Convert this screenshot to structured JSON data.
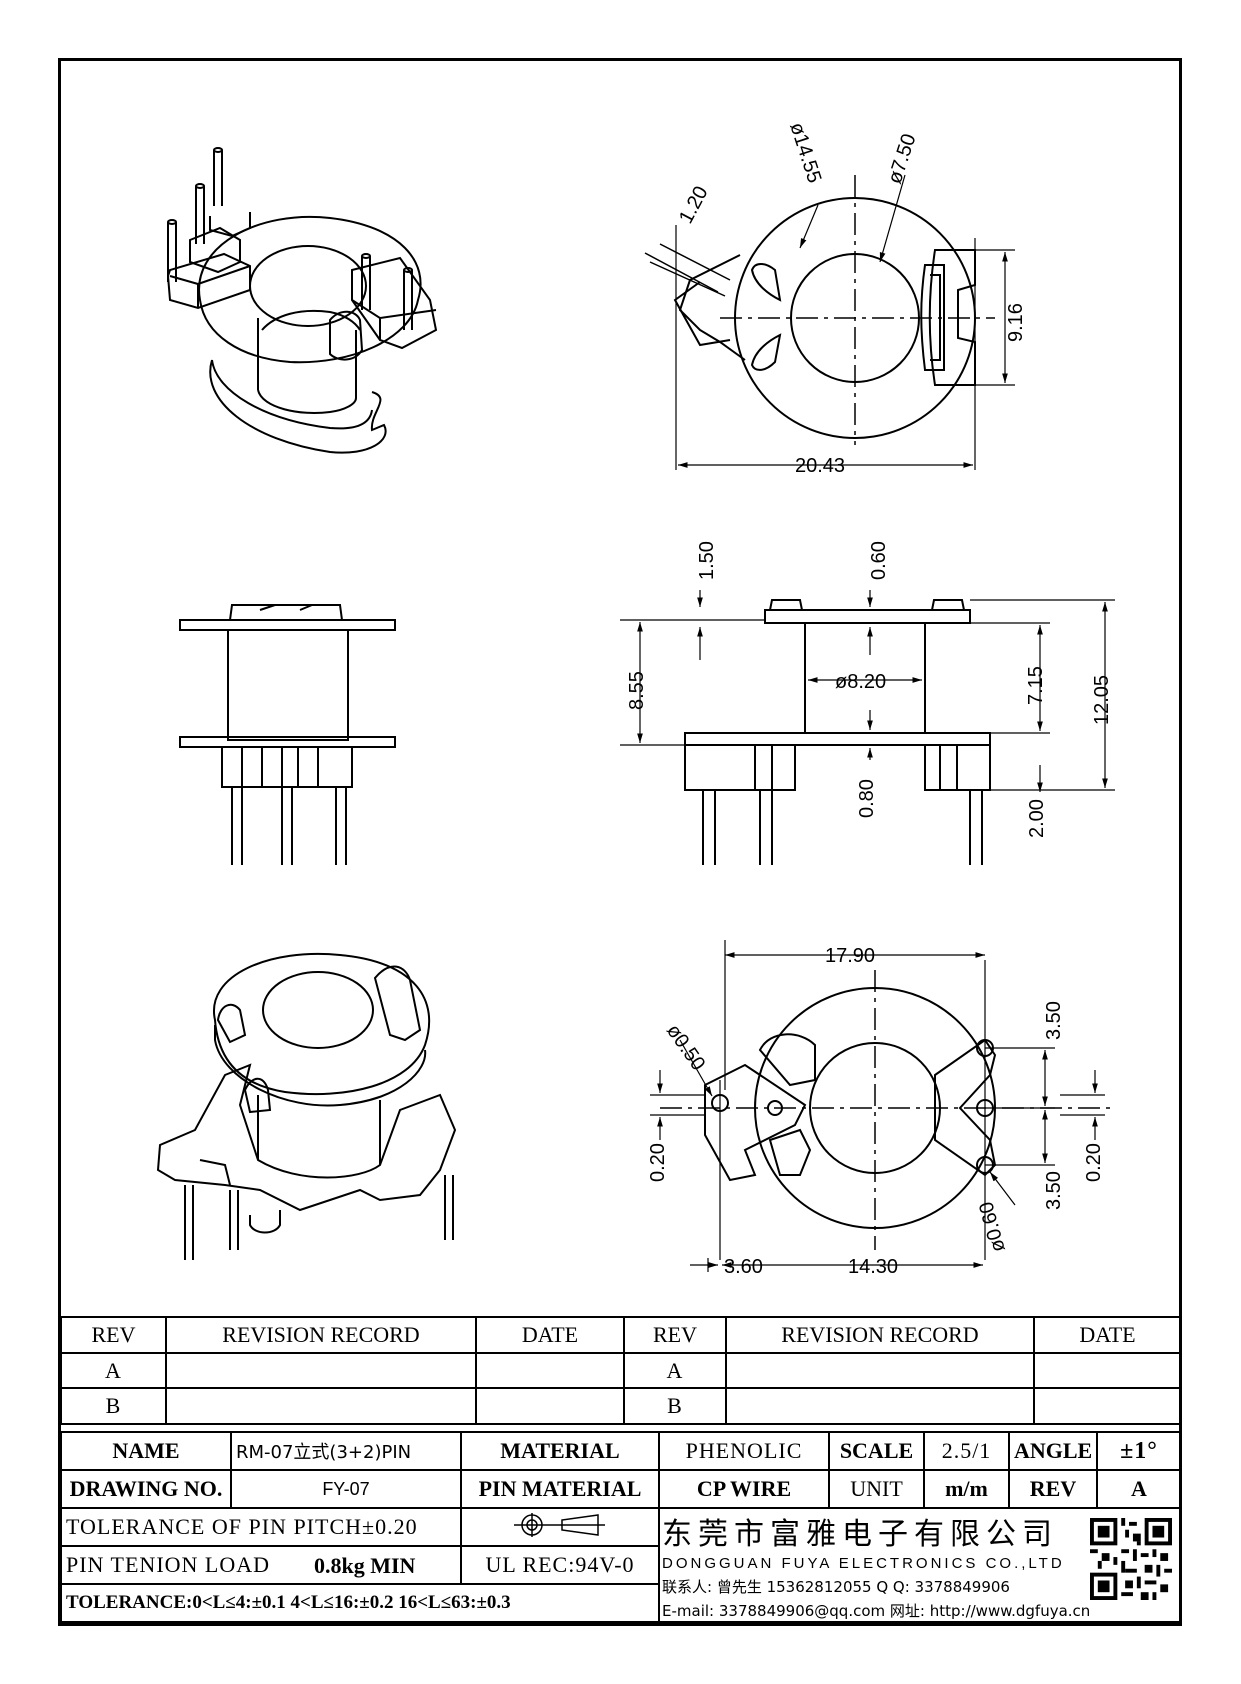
{
  "drawing": {
    "top_view_dims": {
      "d_outer": "ø14.55",
      "d_inner": "ø7.50",
      "thickness": "1.20",
      "height": "9.16",
      "width": "20.43"
    },
    "side_view_dims": {
      "flange_top": "1.50",
      "flange_thk": "0.60",
      "d_tube": "ø8.20",
      "h_left": "8.55",
      "h_tube": "7.15",
      "h_total": "12.05",
      "base_gap": "0.80",
      "pin_base": "2.00"
    },
    "bottom_view_dims": {
      "width": "17.90",
      "pitch_top": "3.50",
      "pitch_bottom": "3.50",
      "pin_small": "ø0.50",
      "pin_large": "ø0.60",
      "offset_left": "0.20",
      "offset_right": "0.20",
      "span_left": "3.60",
      "span_right": "14.30"
    }
  },
  "revision": {
    "headers": {
      "rev": "REV",
      "record": "REVISION RECORD",
      "date": "DATE"
    },
    "rows": [
      {
        "rev": "A"
      },
      {
        "rev": "B"
      }
    ]
  },
  "title_block": {
    "name_label": "NAME",
    "name_value": "RM-07立式(3+2)PIN",
    "material_label": "MATERIAL",
    "material_value": "PHENOLIC",
    "scale_label": "SCALE",
    "scale_value": "2.5/1",
    "angle_label": "ANGLE",
    "angle_value": "±1°",
    "drawing_no_label": "DRAWING NO.",
    "drawing_no_value": "FY-07",
    "pin_material_label": "PIN MATERIAL",
    "pin_material_value": "CP WIRE",
    "unit_label": "UNIT",
    "unit_value": "m/m",
    "rev_label": "REV",
    "rev_value": "A",
    "tolerance_pitch": "TOLERANCE OF PIN PITCH±0.20",
    "pin_tension_label": "PIN TENION LOAD",
    "pin_tension_value": "0.8kg MIN",
    "ul_rec": "UL REC:94V-0",
    "tolerance_general": "TOLERANCE:0<L≤4:±0.1  4<L≤16:±0.2  16<L≤63:±0.3"
  },
  "company": {
    "name_cn": "东莞市富雅电子有限公司",
    "name_en": "DONGGUAN FUYA ELECTRONICS CO.,LTD",
    "contact": "联系人: 曾先生 15362812055   Q Q: 3378849906",
    "email_web": "E-mail: 3378849906@qq.com  网址: http://www.dgfuya.cn"
  }
}
